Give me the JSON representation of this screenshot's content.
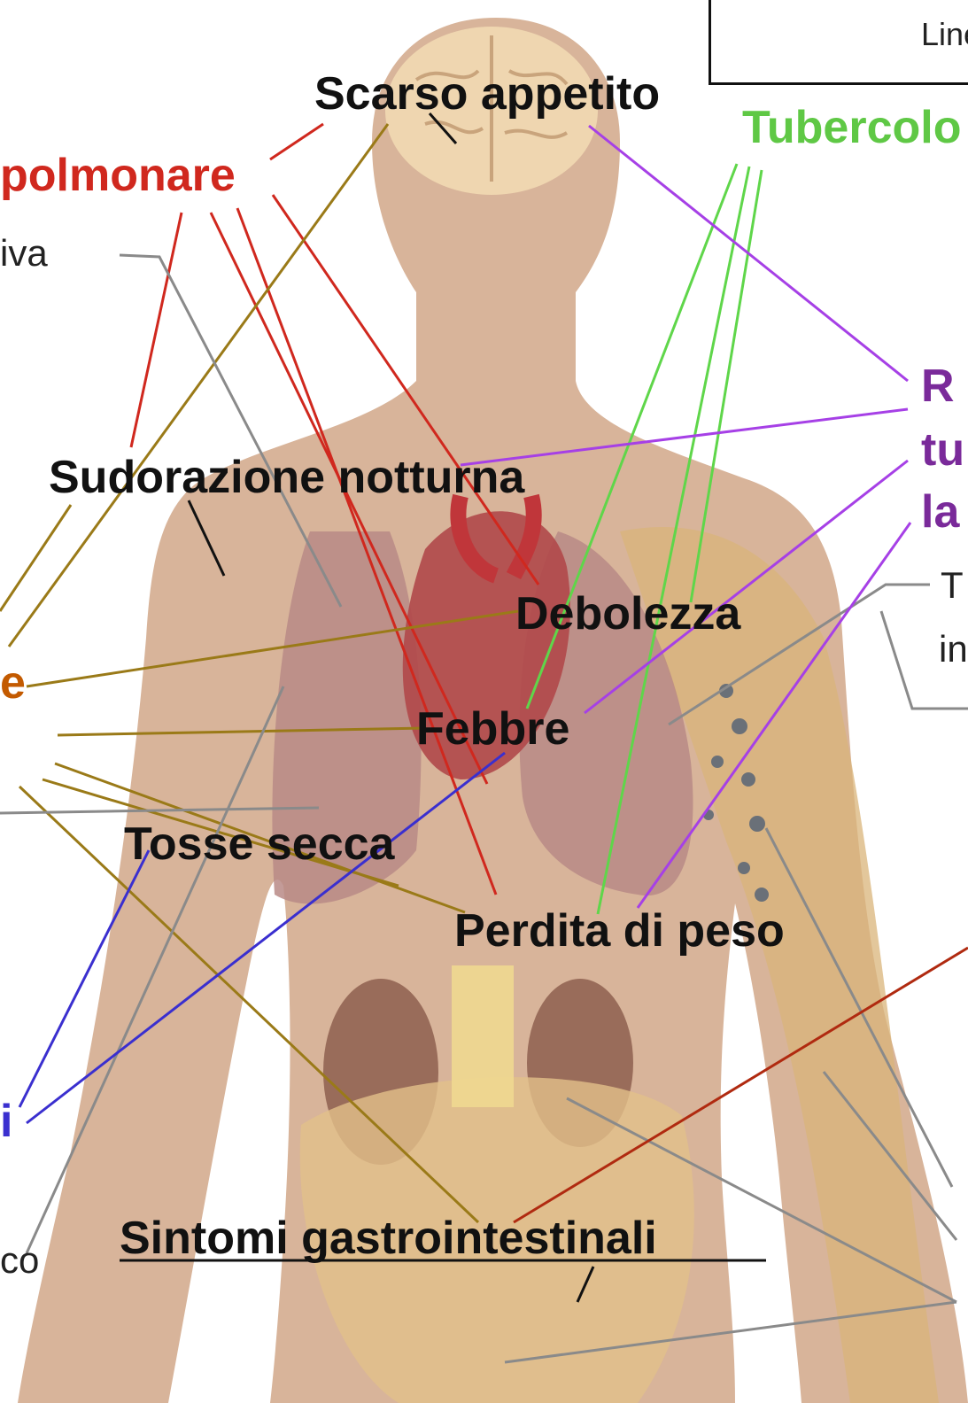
{
  "colors": {
    "skin": "#d8b49a",
    "background": "#ffffff",
    "red": "#d0281e",
    "olive": "#9a7a18",
    "gray": "#8a8a8a",
    "green": "#5fd64a",
    "purple": "#a640e6",
    "blue": "#3a2fcf",
    "darkred": "#b02a10",
    "orange": "#c35a00",
    "text": "#111111"
  },
  "legend": {
    "text": "Line"
  },
  "labels": {
    "scarso_appetito": "Scarso appetito",
    "polmonare": "polmonare",
    "iva": "iva",
    "sudorazione": "Sudorazione notturna",
    "debolezza": "Debolezza",
    "febbre": "Febbre",
    "tosse": "Tosse secca",
    "perdita": "Perdita di peso",
    "sintomi_gi": "Sintomi gastrointestinali",
    "tubercolo": "Tubercolo",
    "r": "R",
    "tu": "tu",
    "la": "la",
    "e": "e",
    "i_blue": "i",
    "co": "co",
    "t_right": "T",
    "in_right": "in"
  },
  "icons": {
    "brain": "brain-illustration",
    "lungs": "lungs-illustration",
    "heart": "heart-illustration",
    "kidneys": "kidneys-illustration",
    "lymph": "lymph-nodes-illustration"
  }
}
